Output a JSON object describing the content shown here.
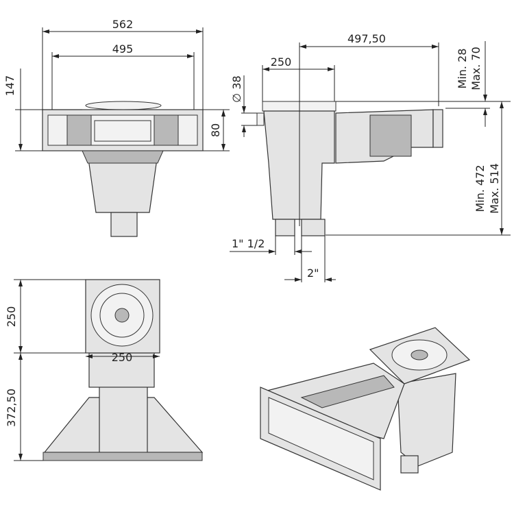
{
  "top_view": {
    "width_outer": "562",
    "width_inner": "495",
    "height_total": "147",
    "frame_height": "80"
  },
  "side_view": {
    "body_width": "250",
    "extension_length": "497,50",
    "diameter": "∅ 38",
    "top_min": "Min. 28",
    "top_max": "Max. 70",
    "depth_min": "Min. 472",
    "depth_max": "Max. 514",
    "pipe_small": "1\" 1/2",
    "pipe_large": "2\""
  },
  "plan_view": {
    "lid_height": "250",
    "lid_width": "250",
    "body_depth": "372,50"
  }
}
